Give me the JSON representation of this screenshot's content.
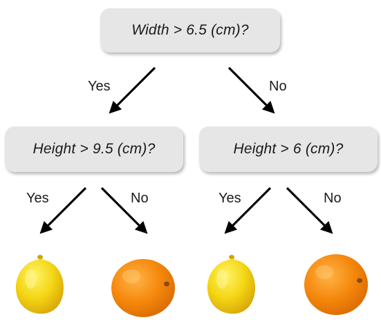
{
  "tree": {
    "root": {
      "question": "Width > 6.5 (cm)?",
      "yes_label": "Yes",
      "no_label": "No"
    },
    "left": {
      "question": "Height > 9.5 (cm)?",
      "yes_label": "Yes",
      "no_label": "No"
    },
    "right": {
      "question": "Height > 6 (cm)?",
      "yes_label": "Yes",
      "no_label": "No"
    },
    "leaves": [
      {
        "fruit": "lemon-icon"
      },
      {
        "fruit": "orange-icon"
      },
      {
        "fruit": "lemon-icon"
      },
      {
        "fruit": "orange-icon"
      }
    ]
  },
  "colors": {
    "node_fill": "#e6e6e6",
    "arrow": "#000000",
    "lemon": "#f2d20f",
    "orange": "#f58a0c"
  }
}
